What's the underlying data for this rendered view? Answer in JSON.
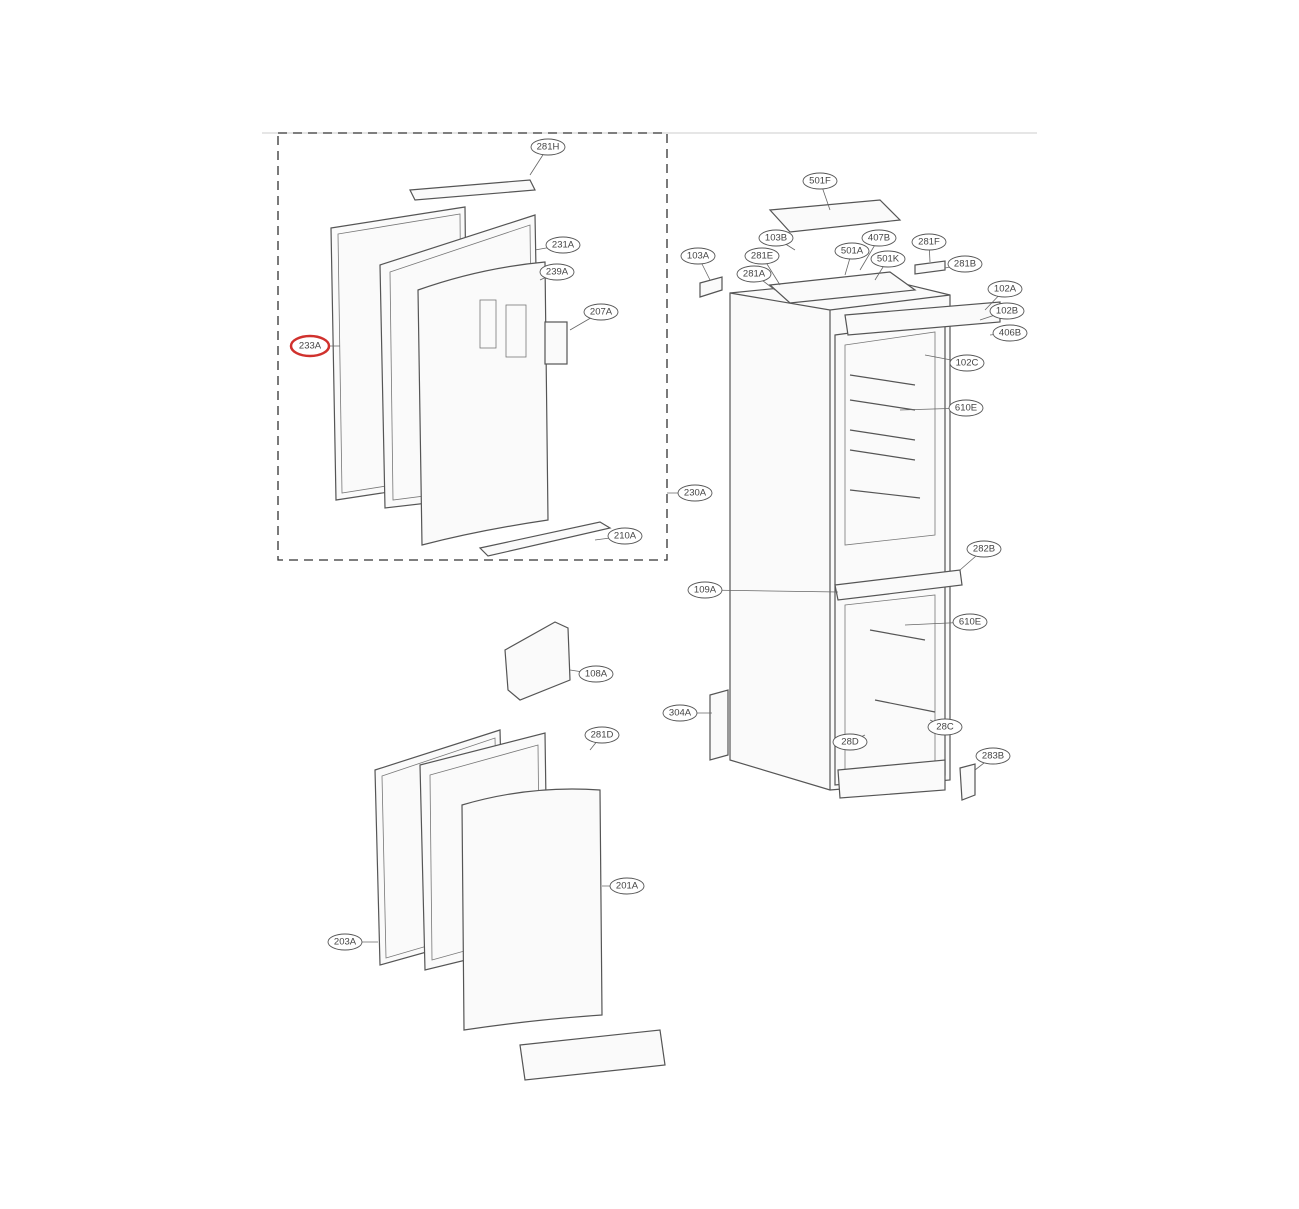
{
  "diagram": {
    "highlight_color": "#d0312d",
    "labels": [
      {
        "id": "281H"
      },
      {
        "id": "231A"
      },
      {
        "id": "239A"
      },
      {
        "id": "207A"
      },
      {
        "id": "233A",
        "highlighted": true
      },
      {
        "id": "230A"
      },
      {
        "id": "210A"
      },
      {
        "id": "501F"
      },
      {
        "id": "103B"
      },
      {
        "id": "407B"
      },
      {
        "id": "501A"
      },
      {
        "id": "281F"
      },
      {
        "id": "103A"
      },
      {
        "id": "281E"
      },
      {
        "id": "501K"
      },
      {
        "id": "281A"
      },
      {
        "id": "281B"
      },
      {
        "id": "102A"
      },
      {
        "id": "102B"
      },
      {
        "id": "406B"
      },
      {
        "id": "102C"
      },
      {
        "id": "610E"
      },
      {
        "id": "282B"
      },
      {
        "id": "109A"
      },
      {
        "id": "610E"
      },
      {
        "id": "108A"
      },
      {
        "id": "304A"
      },
      {
        "id": "28C"
      },
      {
        "id": "28D"
      },
      {
        "id": "283B"
      },
      {
        "id": "281D"
      },
      {
        "id": "201A"
      },
      {
        "id": "203A"
      }
    ]
  }
}
